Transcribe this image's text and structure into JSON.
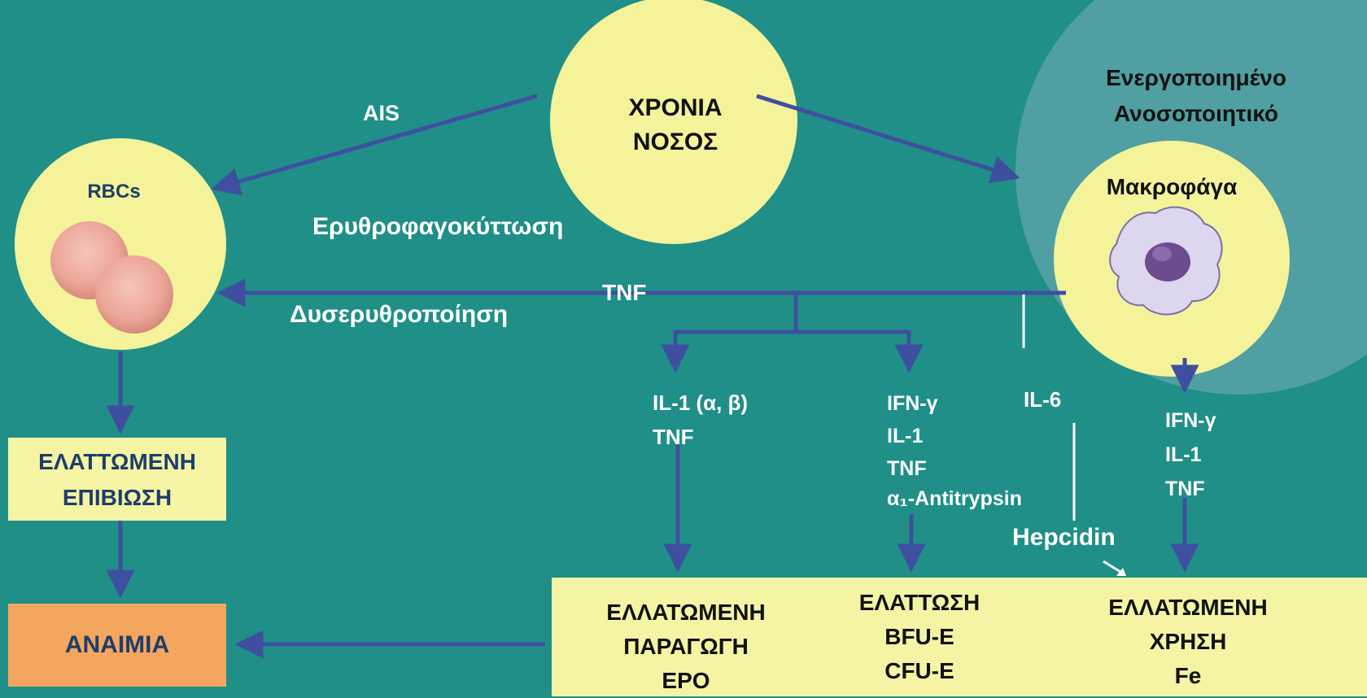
{
  "nodes": {
    "chronic_disease": {
      "line1": "ΧΡΟΝΙΑ",
      "line2": "ΝΟΣΟΣ"
    },
    "immune": {
      "line1": "Ενεργοποιημένο",
      "line2": "Ανοσοποιητικό"
    },
    "macrophages": "Μακροφάγα",
    "rbcs": "RBCs",
    "reduced_survival": {
      "line1": "ΕΛΑΤΤΩΜΕΝΗ",
      "line2": "ΕΠΙΒΙΩΣΗ"
    },
    "anemia": "ΑΝΑΙΜΙΑ",
    "reduced_epo": {
      "line1": "ΕΛΛΑΤΩΜΕΝΗ",
      "line2": "ΠΑΡΑΓΩΓΗ",
      "line3": "EPO"
    },
    "reduced_bfu": {
      "line1": "ΕΛΑΤΤΩΣΗ",
      "line2": "BFU-E",
      "line3": "CFU-E"
    },
    "reduced_fe": {
      "line1": "ΕΛΛΑΤΩΜΕΝΗ",
      "line2": "ΧΡΗΣΗ",
      "line3": "Fe"
    }
  },
  "edge_labels": {
    "ais": "AIS",
    "erythrophagocytosis": "Ερυθροφαγοκύττωση",
    "tnf": "TNF",
    "dyserythropoiesis": "Δυσερυθροποίηση",
    "hepcidin": "Hepcidin"
  },
  "cytokine_groups": {
    "epo_group": [
      "IL-1 (α, β)",
      "TNF"
    ],
    "bfu_group": [
      "IFN-γ",
      "IL-1",
      "TNF",
      "α₁-Antitrypsin"
    ],
    "il6": "IL-6",
    "fe_group": [
      "IFN-γ",
      "IL-1",
      "TNF"
    ]
  },
  "colors": {
    "background": "#1f8f88",
    "circle_yellow": "#f4f39a",
    "immune_circle": "#4f9fa3",
    "box_yellow": "#f4f4a4",
    "anemia_orange": "#f4a65e",
    "arrow": "#3f4f9f"
  }
}
